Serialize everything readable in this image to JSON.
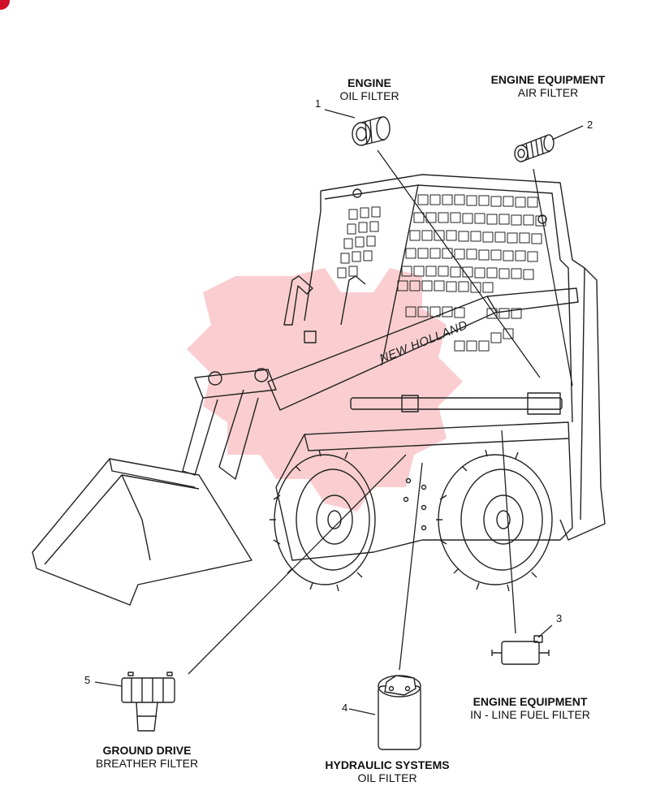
{
  "brand_text": "NEW HOLLAND",
  "callouts": [
    {
      "number": "1",
      "title": "ENGINE",
      "subtitle": "OIL FILTER"
    },
    {
      "number": "2",
      "title": "ENGINE EQUIPMENT",
      "subtitle": "AIR FILTER"
    },
    {
      "number": "3",
      "title": "ENGINE EQUIPMENT",
      "subtitle": "IN - LINE FUEL FILTER"
    },
    {
      "number": "4",
      "title": "HYDRAULIC SYSTEMS",
      "subtitle": "OIL FILTER"
    },
    {
      "number": "5",
      "title": "GROUND DRIVE",
      "subtitle": "BREATHER FILTER"
    }
  ],
  "watermark": {
    "icon": "gear-logo-watermark",
    "color": "#e8202a"
  },
  "colors": {
    "line": "#222222",
    "accent": "#d0102a"
  }
}
